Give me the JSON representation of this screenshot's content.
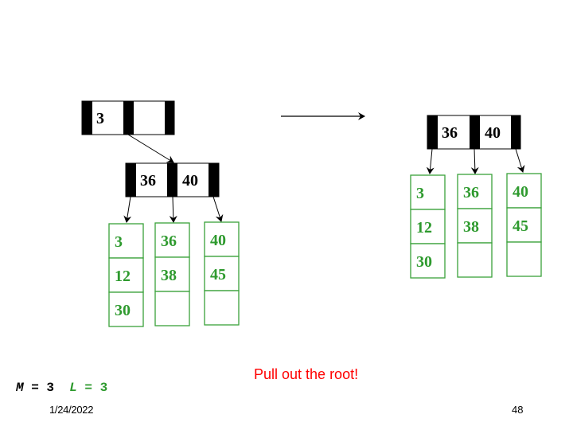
{
  "slide": {
    "caption": "Pull out the root!",
    "params": {
      "m_name": "M",
      "m_eq": " = 3",
      "l_name": "L",
      "l_eq": " = 3"
    },
    "date": "1/24/2022",
    "page_number": "48"
  },
  "colors": {
    "leaf_green": "#2e9a2e",
    "leaf_border": "#3aa23a",
    "caption_red": "#ff0000"
  },
  "before_tree": {
    "root_keys": [
      "3",
      ""
    ],
    "internal_keys": [
      "36",
      "40"
    ],
    "leaves": [
      [
        "3",
        "12",
        "30"
      ],
      [
        "36",
        "38",
        ""
      ],
      [
        "40",
        "45",
        ""
      ]
    ]
  },
  "after_tree": {
    "root_keys": [
      "36",
      "40"
    ],
    "leaves": [
      [
        "3",
        "12",
        "30"
      ],
      [
        "36",
        "38",
        ""
      ],
      [
        "40",
        "45",
        ""
      ]
    ]
  },
  "transition_arrow": "right-arrow"
}
